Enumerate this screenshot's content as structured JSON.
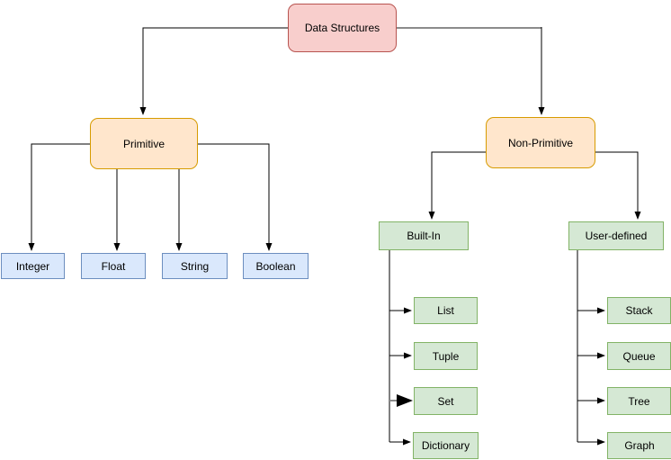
{
  "diagram": {
    "type": "tree",
    "nodes": {
      "root": {
        "label": "Data Structures"
      },
      "primitive": {
        "label": "Primitive"
      },
      "non_primitive": {
        "label": "Non-Primitive"
      },
      "integer": {
        "label": "Integer"
      },
      "float": {
        "label": "Float"
      },
      "string": {
        "label": "String"
      },
      "boolean": {
        "label": "Boolean"
      },
      "built_in": {
        "label": "Built-In"
      },
      "user_defined": {
        "label": "User-defined"
      },
      "list": {
        "label": "List"
      },
      "tuple": {
        "label": "Tuple"
      },
      "set": {
        "label": "Set"
      },
      "dictionary": {
        "label": "Dictionary"
      },
      "stack": {
        "label": "Stack"
      },
      "queue": {
        "label": "Queue"
      },
      "tree": {
        "label": "Tree"
      },
      "graph": {
        "label": "Graph"
      }
    },
    "hierarchy": [
      {
        "from": "Data Structures",
        "to": [
          "Primitive",
          "Non-Primitive"
        ]
      },
      {
        "from": "Primitive",
        "to": [
          "Integer",
          "Float",
          "String",
          "Boolean"
        ]
      },
      {
        "from": "Non-Primitive",
        "to": [
          "Built-In",
          "User-defined"
        ]
      },
      {
        "from": "Built-In",
        "to": [
          "List",
          "Tuple",
          "Set",
          "Dictionary"
        ]
      },
      {
        "from": "User-defined",
        "to": [
          "Stack",
          "Queue",
          "Tree",
          "Graph"
        ]
      }
    ],
    "colors": {
      "root_fill": "#f8cecc",
      "root_stroke": "#b85450",
      "category_fill": "#ffe6cc",
      "category_stroke": "#d79b00",
      "primitive_leaf_fill": "#dae8fc",
      "primitive_leaf_stroke": "#6c8ebf",
      "nonprimitive_fill": "#d5e8d4",
      "nonprimitive_stroke": "#82b366",
      "edge": "#000000",
      "edge_gray": "#8c8c8c",
      "background": "#ffffff"
    }
  }
}
